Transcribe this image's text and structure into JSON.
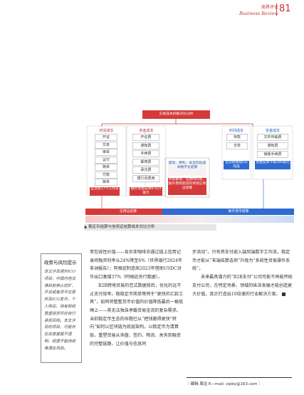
{
  "header": {
    "cn": "商界评论",
    "en": "Business Review",
    "page": "81"
  },
  "diagram": {
    "title": "交易成本拆解对比分析",
    "left_header": "时间成本",
    "left_header2": "资金成本",
    "left_time_items": [
      "开证",
      "交单",
      "审单",
      "议付",
      "赎单",
      "付款",
      "赎单"
    ],
    "left_money_items": [
      "开证费",
      "通知费",
      "手续费",
      "邮寄费",
      "承兑费",
      "银行间费用"
    ],
    "left_red1": "全流程17个工作日",
    "left_red2": "额外资金成本6 023美元",
    "center_top": "高效、便利、安全的低成本数字化结算",
    "center_bottom": "手续繁琐、花费时间长、额外费用高昂的传统信用证结算",
    "right_header": "时间成本",
    "right_header2": "资金成本",
    "right_time_items": [
      "存款",
      "交单"
    ],
    "right_money_items": [
      "文件传输费",
      "通知费",
      "销毁手续费"
    ],
    "right_blue1": "全流程缩短5天完成",
    "right_blue2": "资金成本节省180美元",
    "bottom_left": "信用证结算",
    "bottom_right": "数字货币结算",
    "caption": "▲ 稳定币结算与信用证结算成本对比分析"
  },
  "sidebar": {
    "title": "政策与风险提示",
    "body": "本文涉及境外ICO项目，中国内地法律目前禁止挖矿、开设或者货币交易所及ICO发币，个人购买、持有和经营虚拟货币应自行承担风险。本文涉及的项目，可能存在信息披露不透明、经营不能持续等潜在风险。"
  },
  "col1": [
    "苯包容性价值——肯尼亚咖啡农通过链上信用记录将融资利率从24%降至6%（世界银行2024年非洲报告）；阿根廷制造商2023年借助USDC对华出口激增37%（阿根廷央行数据）。",
    "B2B跨境贸易的范式数据背后，优化的远不止支付效率。稳稳定币简单等同于“更快的汇款工具”，如同将整整货币价值的价值降低最后一根缆绳上——其无法独自承载贸易金流的复杂需求。当前稳定币生态的命题已从“把钱搬得更快”转向“如何以区块链为底层架构，以稳定币为清算层，重塑贸易从询盘、签约、物流、关务到融资的完整链路，让价值与信息同"
  ],
  "col2": [
    "步流动”。只有将支付嵌入端到端数字工作流，稳定币才能从“末端结算选项”升级为“系统性贸易操作系统”。",
    "未来最具潜力的“B2B支付”公司可能不再能传统支付公司，在特定场景、领域的纵深发展才能创造更大价值，真正打造出10倍速的行业解决方案。"
  ],
  "footer": "｜编辑  周远 E—mail: sipby@163.com｜"
}
